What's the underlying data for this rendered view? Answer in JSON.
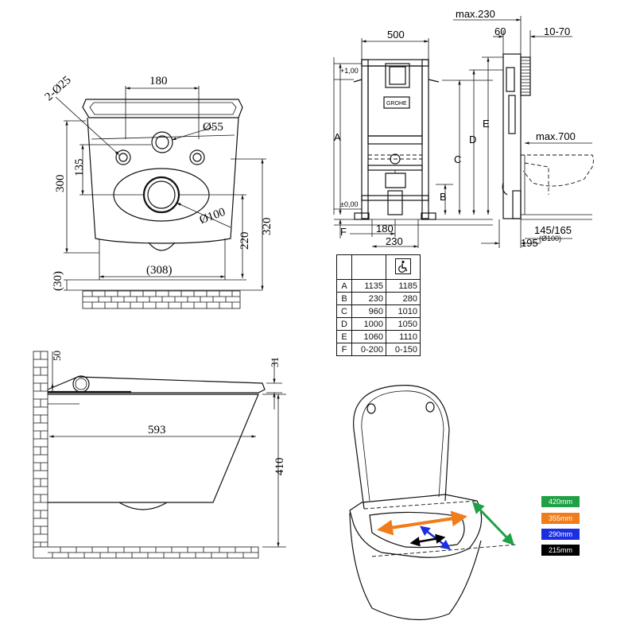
{
  "top_left_view": {
    "d_180": "180",
    "d_2x25": "2-Ø25",
    "d_55": "Ø55",
    "d_135": "135",
    "d_300": "300",
    "d_100": "Ø100",
    "d_320": "320",
    "d_220": "220",
    "d_308": "(308)",
    "d_30": "(30)"
  },
  "side_view": {
    "d_50": "50",
    "d_31": "31",
    "d_593": "593",
    "d_410": "410"
  },
  "frame_view": {
    "d_max230": "max.230",
    "d_500": "500",
    "d_60": "60",
    "d_10_70": "10-70",
    "lvl_100": "+1,00",
    "lvl_000": "±0,00",
    "lbl_A": "A",
    "lbl_B": "B",
    "lbl_C": "C",
    "lbl_D": "D",
    "lbl_E": "E",
    "lbl_F": "F",
    "d_max700": "max.700",
    "d_180": "180",
    "d_230": "230",
    "d_145_165": "145/165",
    "d_d100": "(Ø100)",
    "d_195": "195",
    "brand": "GROHE"
  },
  "spec_table": {
    "rows": [
      {
        "label": "A",
        "std": "1135",
        "acc": "1185"
      },
      {
        "label": "B",
        "std": "230",
        "acc": "280"
      },
      {
        "label": "C",
        "std": "960",
        "acc": "1010"
      },
      {
        "label": "D",
        "std": "1000",
        "acc": "1050"
      },
      {
        "label": "E",
        "std": "1060",
        "acc": "1110"
      },
      {
        "label": "F",
        "std": "0-200",
        "acc": "0-150"
      }
    ]
  },
  "legend": [
    {
      "label": "420mm",
      "color": "#1fa044"
    },
    {
      "label": "355mm",
      "color": "#f07c1a"
    },
    {
      "label": "290mm",
      "color": "#1b2ee0"
    },
    {
      "label": "215mm",
      "color": "#000000"
    }
  ]
}
